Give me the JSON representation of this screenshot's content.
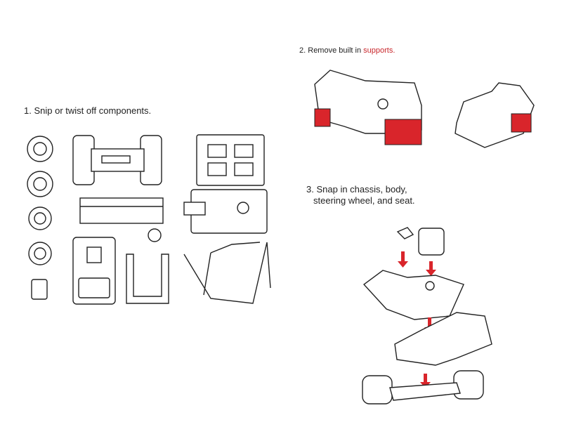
{
  "steps": [
    {
      "number": "1.",
      "text": "Snip or twist off components."
    },
    {
      "number": "2.",
      "text": "Remove built in",
      "highlight": "supports."
    },
    {
      "number": "3.",
      "line1": "Snap in chassis, body,",
      "line2": "steering wheel, and seat."
    }
  ],
  "colors": {
    "accent": "#d9252b",
    "ink": "#222222"
  }
}
